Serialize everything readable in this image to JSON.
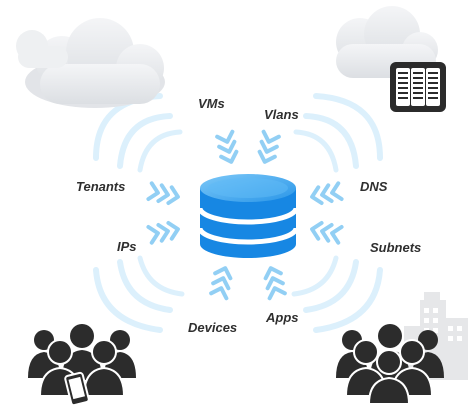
{
  "labels": {
    "vms": "VMs",
    "vlans": "Vlans",
    "tenants": "Tenants",
    "dns": "DNS",
    "ips": "IPs",
    "subnets": "Subnets",
    "devices": "Devices",
    "apps": "Apps"
  },
  "colors": {
    "database": "#1a8ae6",
    "database_light": "#4db0f5",
    "arrow": "#8ecdf3",
    "arc": "#d9eefb",
    "cloud": "#e9ebee",
    "people": "#2e2e2e",
    "buildings": "#e7e8ea"
  },
  "icons": [
    "cloud-icon",
    "server-icon",
    "database-icon",
    "people-icon",
    "mobile-phone-icon",
    "buildings-icon",
    "chevron-arrow-icon"
  ]
}
